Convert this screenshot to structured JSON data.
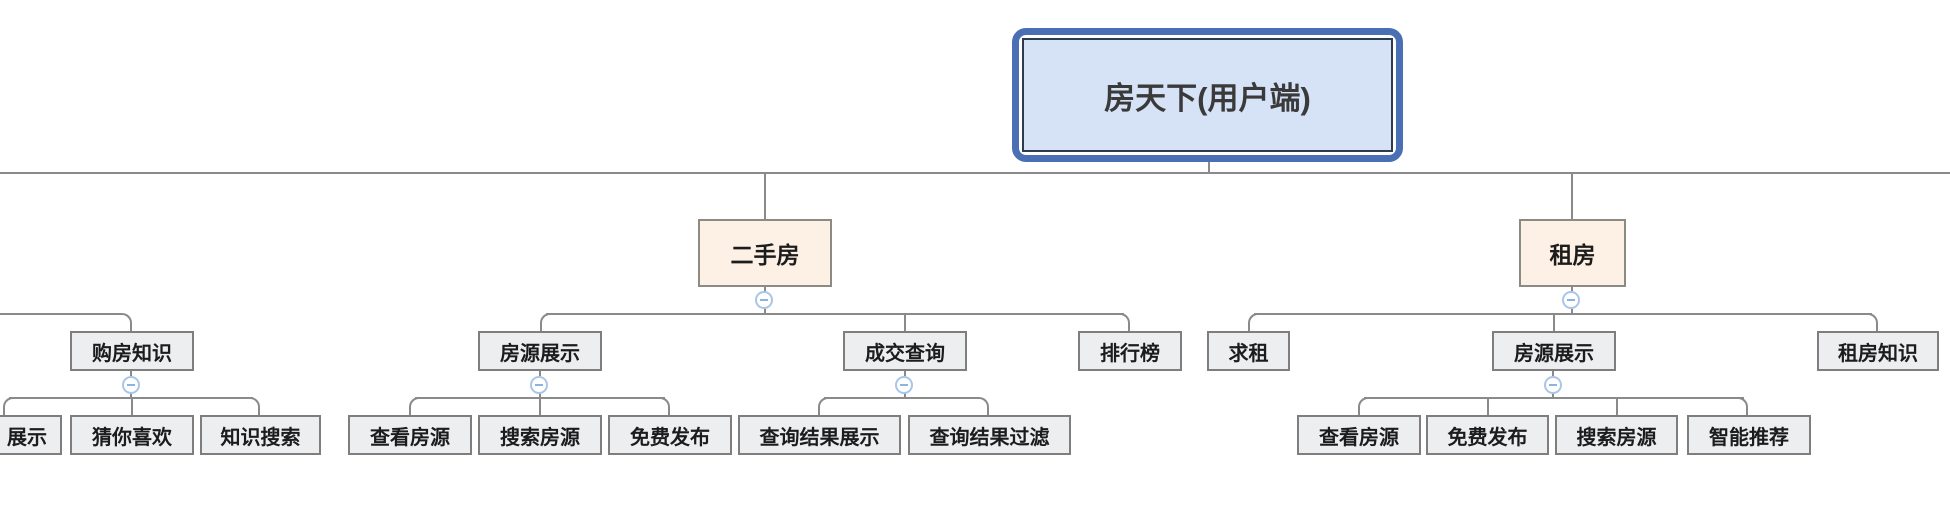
{
  "diagram_type": "mindmap-org-chart",
  "tree": {
    "label": "房天下(用户端)",
    "children": [
      {
        "label": "二手房",
        "children": [
          {
            "label": "房源展示",
            "children": [
              {
                "label": "查看房源"
              },
              {
                "label": "搜索房源"
              },
              {
                "label": "免费发布"
              }
            ]
          },
          {
            "label": "成交查询",
            "children": [
              {
                "label": "查询结果展示"
              },
              {
                "label": "查询结果过滤"
              }
            ]
          },
          {
            "label": "排行榜"
          }
        ]
      },
      {
        "label": "租房",
        "children": [
          {
            "label": "求租"
          },
          {
            "label": "房源展示",
            "children": [
              {
                "label": "查看房源"
              },
              {
                "label": "免费发布"
              },
              {
                "label": "搜索房源"
              },
              {
                "label": "智能推荐"
              }
            ]
          },
          {
            "label": "租房知识"
          }
        ]
      }
    ]
  },
  "left_partial_branch": {
    "label": "购房知识",
    "children": [
      {
        "label": "展示"
      },
      {
        "label": "猜你喜欢"
      },
      {
        "label": "知识搜索"
      }
    ]
  },
  "icons": {
    "collapse": "minus-in-circle"
  },
  "colors": {
    "root_border": "#4b6fb5",
    "root_inner_border": "#2e3a50",
    "root_fill": "#d6e3f7",
    "branch_fill": "#fdf1e6",
    "branch_border": "#8b8a83",
    "leaf_fill": "#eceef0",
    "leaf_border": "#7e7e7e",
    "line": "#8a8a8a",
    "collapse_border": "#a9c6e9",
    "collapse_glyph": "#8fb3e0",
    "collapse_fill": "#ffffff"
  }
}
